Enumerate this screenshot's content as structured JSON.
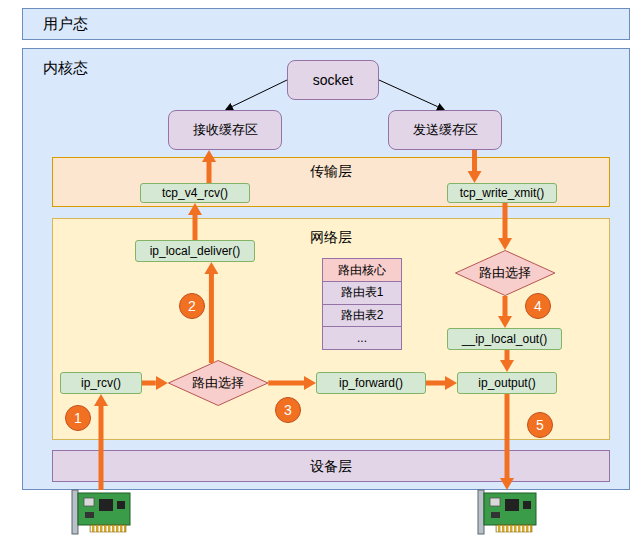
{
  "diagram": {
    "nodes": [
      {
        "text": [
          "用户态"
        ]
      },
      {
        "text": [
          "内核态"
        ]
      },
      {
        "text": [
          "socket"
        ],
        "in": 1
      },
      {
        "text": [
          "接收缓存区"
        ],
        "in": 1
      },
      {
        "text": [
          "发送缓存区"
        ],
        "in": 1
      },
      {
        "text": [
          "传输层"
        ],
        "in": 1
      },
      {
        "text": [
          "tcp_v4_rcv()"
        ],
        "in": 5
      },
      {
        "text": [
          "tcp_write_xmit()"
        ],
        "in": 5
      },
      {
        "text": [
          "网络层"
        ],
        "in": 1
      },
      {
        "text": [
          "ip_local_deliver()"
        ],
        "in": 8
      },
      {
        "text": [
          "路由核心",
          "路由表1",
          "路由表2",
          "..."
        ],
        "in": 8
      },
      {
        "text": [
          "路由选择"
        ],
        "in": 8
      },
      {
        "text": [
          "__ip_local_out()"
        ],
        "in": 8
      },
      {
        "text": [
          "ip_rcv()"
        ],
        "in": 8
      },
      {
        "text": [
          "路由选择"
        ],
        "in": 8
      },
      {
        "text": [
          "ip_forward()"
        ],
        "in": 8
      },
      {
        "text": [
          "ip_output()"
        ],
        "in": 8
      },
      {
        "text": [
          "设备层"
        ],
        "in": 1
      }
    ],
    "edges": [
      {
        "from": 2,
        "to": 3,
        "arrow": "to"
      },
      {
        "from": 2,
        "to": 4,
        "arrow": "to"
      },
      {
        "from": 6,
        "to": 3,
        "arrow": "to"
      },
      {
        "from": 4,
        "to": 7,
        "arrow": "to"
      },
      {
        "from": 7,
        "to": 11,
        "arrow": "to"
      },
      {
        "from": 11,
        "to": 12,
        "arrow": "to"
      },
      {
        "from": 12,
        "to": 16,
        "arrow": "to"
      },
      {
        "from": 13,
        "to": 14,
        "arrow": "to"
      },
      {
        "from": 14,
        "to": 9,
        "arrow": "to"
      },
      {
        "from": 9,
        "to": 6,
        "arrow": "to"
      },
      {
        "from": 14,
        "to": 15,
        "arrow": "to"
      },
      {
        "from": 15,
        "to": 16,
        "arrow": "to"
      }
    ],
    "labels": [
      "1",
      "2",
      "3",
      "4",
      "5"
    ]
  }
}
